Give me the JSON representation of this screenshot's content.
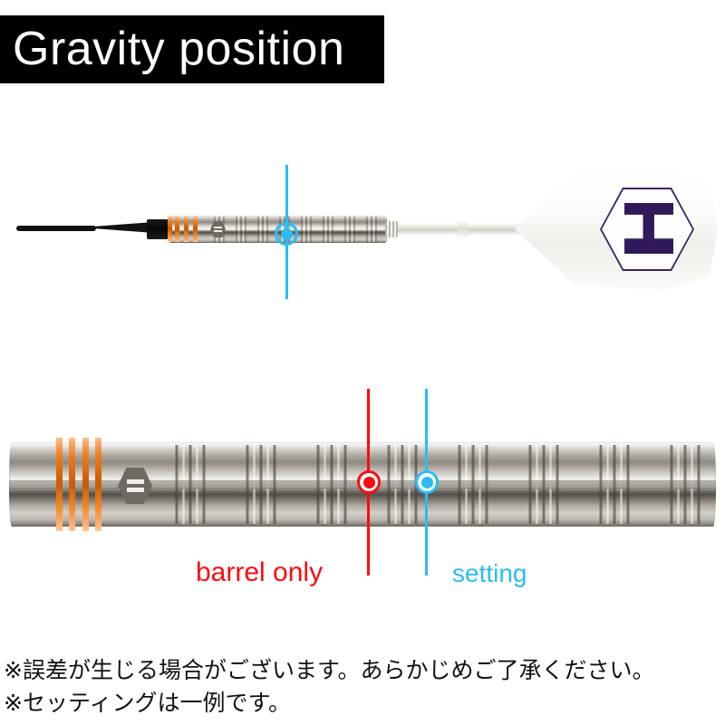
{
  "title": {
    "text": "Gravity position"
  },
  "diagram": {
    "top_dart": {
      "label": "full-dart-assembly",
      "parts": [
        "tip",
        "barrel",
        "shaft",
        "flight"
      ],
      "gravity_marker": {
        "color": "#29bdf2",
        "meaning": "setting"
      }
    },
    "bottom_barrel": {
      "label": "barrel-closeup",
      "markers": [
        {
          "name": "barrel only",
          "color": "#fb0b10"
        },
        {
          "name": "setting",
          "color": "#29bdf2"
        }
      ]
    }
  },
  "labels": {
    "barrel_only": "barrel only",
    "setting": "setting"
  },
  "colors": {
    "banner_bg": "#000000",
    "banner_text": "#ffffff",
    "red_marker": "#fb0b10",
    "cyan_marker": "#29bdf2",
    "orange_ring": "#e8751a",
    "flight_logo": "#311a5c"
  },
  "footnotes": {
    "line1": "※誤差が生じる場合がございます。あらかじめご了承ください。",
    "line2": "※セッティングは一例です。"
  }
}
